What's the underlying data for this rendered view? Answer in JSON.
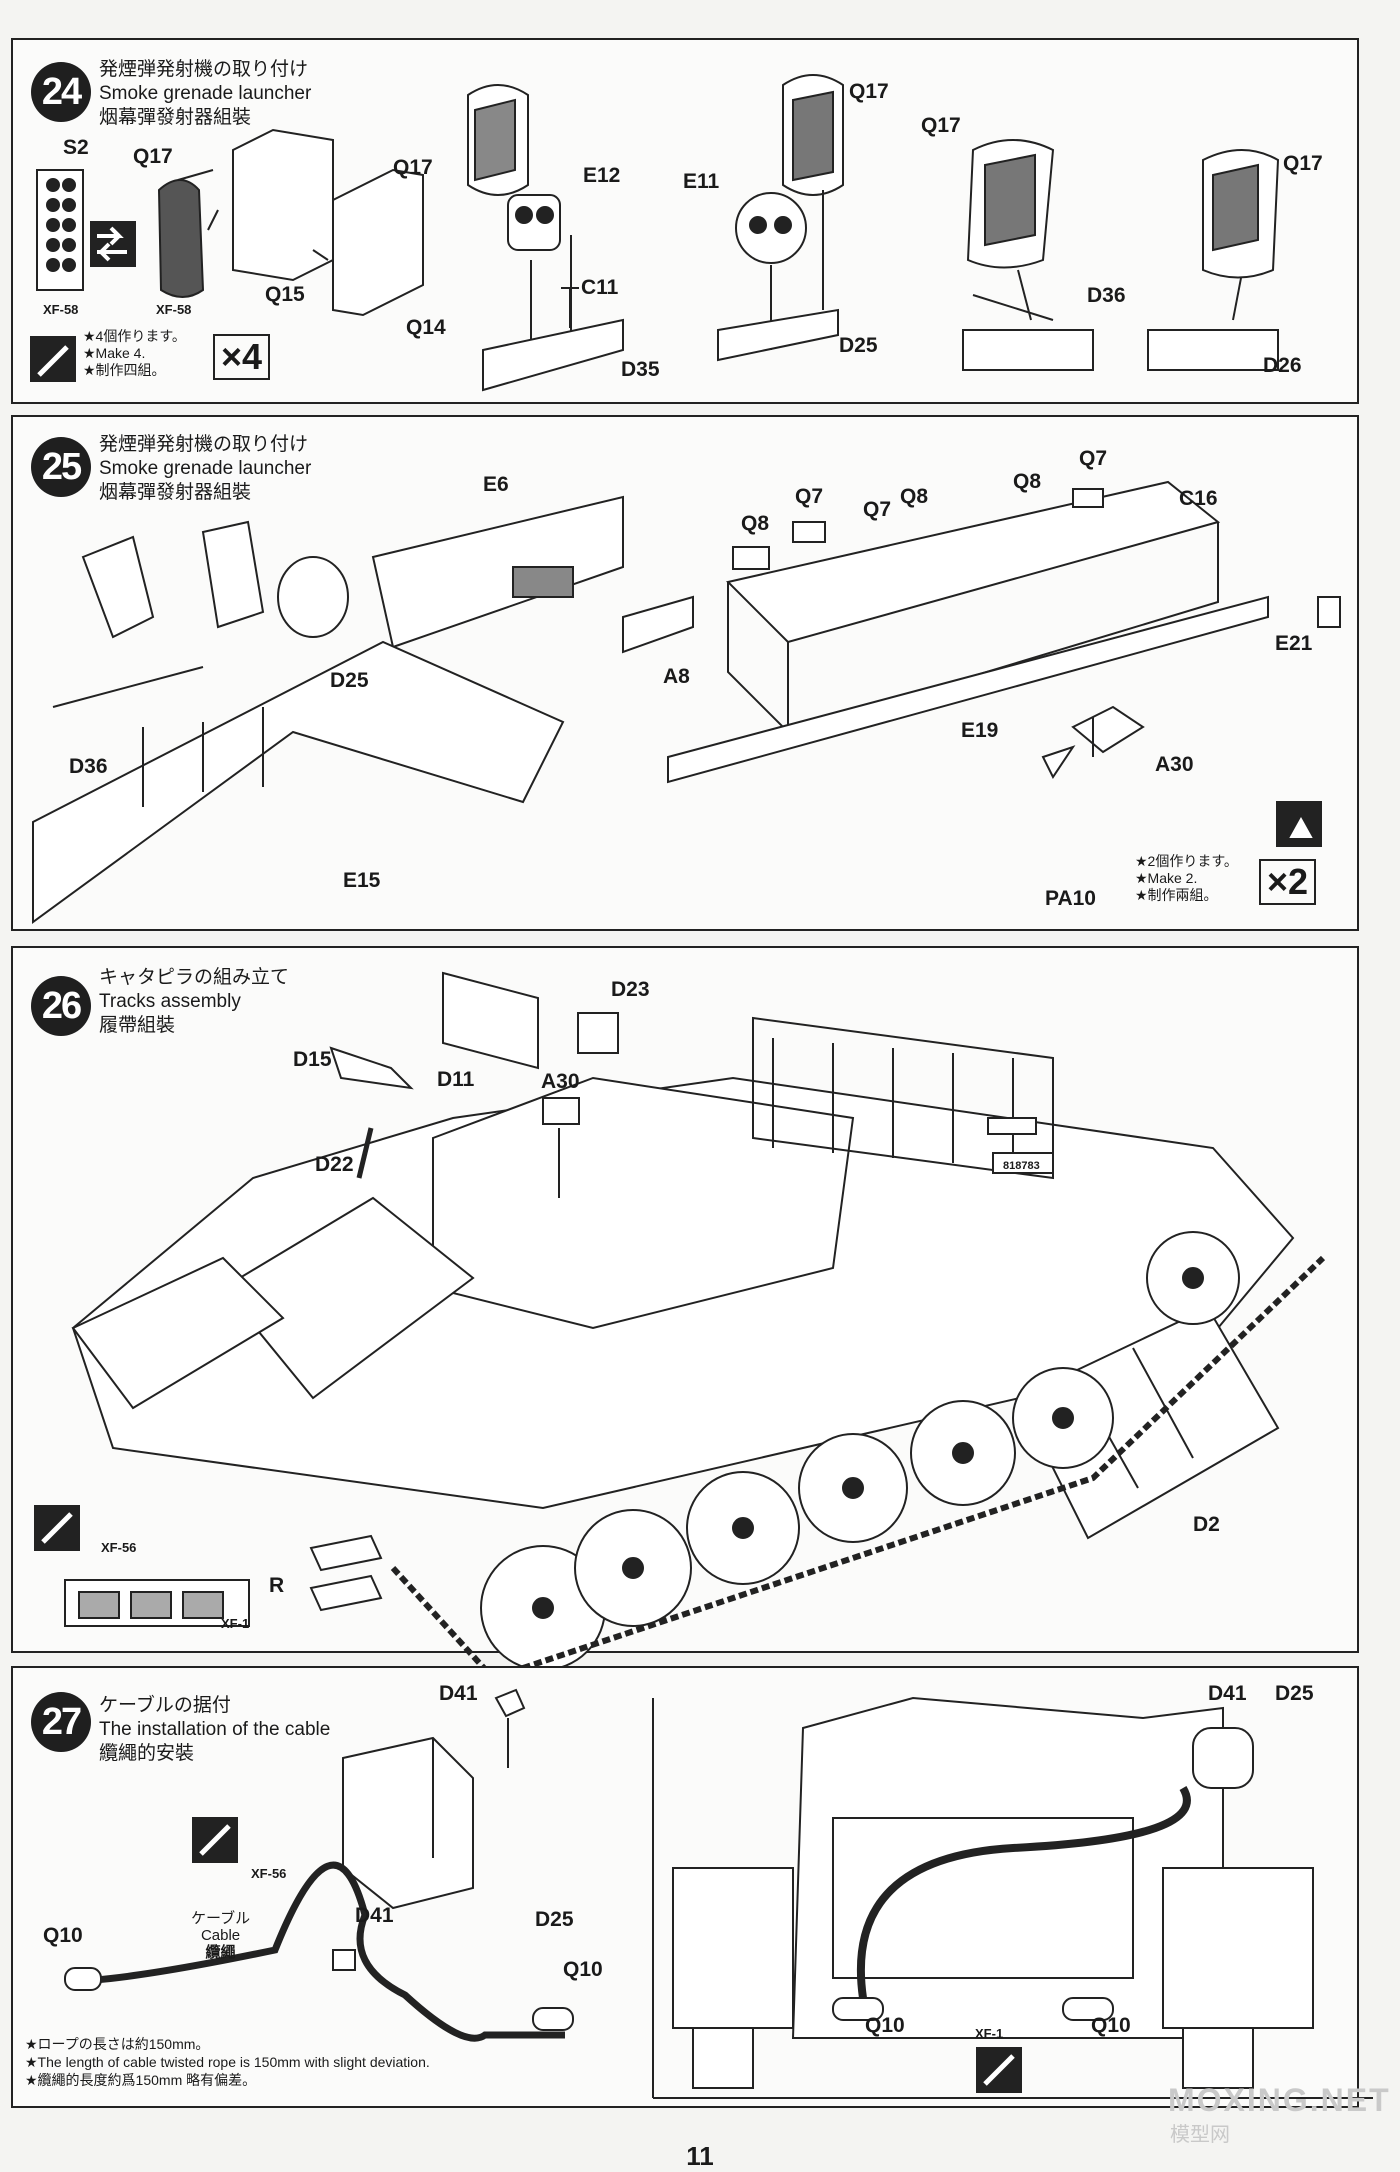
{
  "page_number": "11",
  "watermark": {
    "main": "MOXING.NET",
    "sub": "模型网"
  },
  "steps": [
    {
      "number": "24",
      "title_ja": "発煙弾発射機の取り付け",
      "title_en": "Smoke grenade launcher",
      "title_zh": "烟幕彈發射器組裝",
      "labels": [
        "S2",
        "Q17",
        "Q15",
        "Q14",
        "Q17",
        "E12",
        "C11",
        "D35",
        "E11",
        "Q17",
        "D25",
        "Q17",
        "D36",
        "Q17",
        "D26"
      ],
      "paints": [
        "XF-58",
        "XF-58"
      ],
      "notes": [
        "★4個作ります。",
        "★Make 4.",
        "★制作四組。"
      ],
      "multiplier": "×4"
    },
    {
      "number": "25",
      "title_ja": "発煙弾発射機の取り付け",
      "title_en": "Smoke grenade launcher",
      "title_zh": "烟幕彈發射器組裝",
      "labels": [
        "E6",
        "Q8",
        "Q7",
        "Q8",
        "Q7",
        "Q7",
        "Q8",
        "C16",
        "A8",
        "E21",
        "D25",
        "E19",
        "D36",
        "A30",
        "E15",
        "PA10"
      ],
      "notes": [
        "★2個作ります。",
        "★Make 2.",
        "★制作兩組。"
      ],
      "multiplier": "×2"
    },
    {
      "number": "26",
      "title_ja": "キャタピラの組み立て",
      "title_en": "Tracks assembly",
      "title_zh": "履帶組裝",
      "labels": [
        "D23",
        "D15",
        "D11",
        "A30",
        "D22",
        "D2",
        "R"
      ],
      "paints": [
        "XF-56",
        "XF-1"
      ],
      "hull_number": "818783"
    },
    {
      "number": "27",
      "title_ja": "ケーブルの据付",
      "title_en": "The installation of the cable",
      "title_zh": "纜繩的安裝",
      "labels": [
        "D41",
        "D25",
        "D41",
        "Q10",
        "Q10",
        "D41",
        "D25",
        "Q10",
        "Q10"
      ],
      "paints": [
        "XF-56",
        "XF-1"
      ],
      "cable_label": {
        "ja": "ケーブル",
        "en": "Cable",
        "zh": "纜繩"
      },
      "notes": [
        "★ロープの長さは約150mm。",
        "★The length of cable twisted rope is 150mm with slight deviation.",
        "★纜繩的長度約爲150mm 略有偏差。"
      ]
    }
  ]
}
